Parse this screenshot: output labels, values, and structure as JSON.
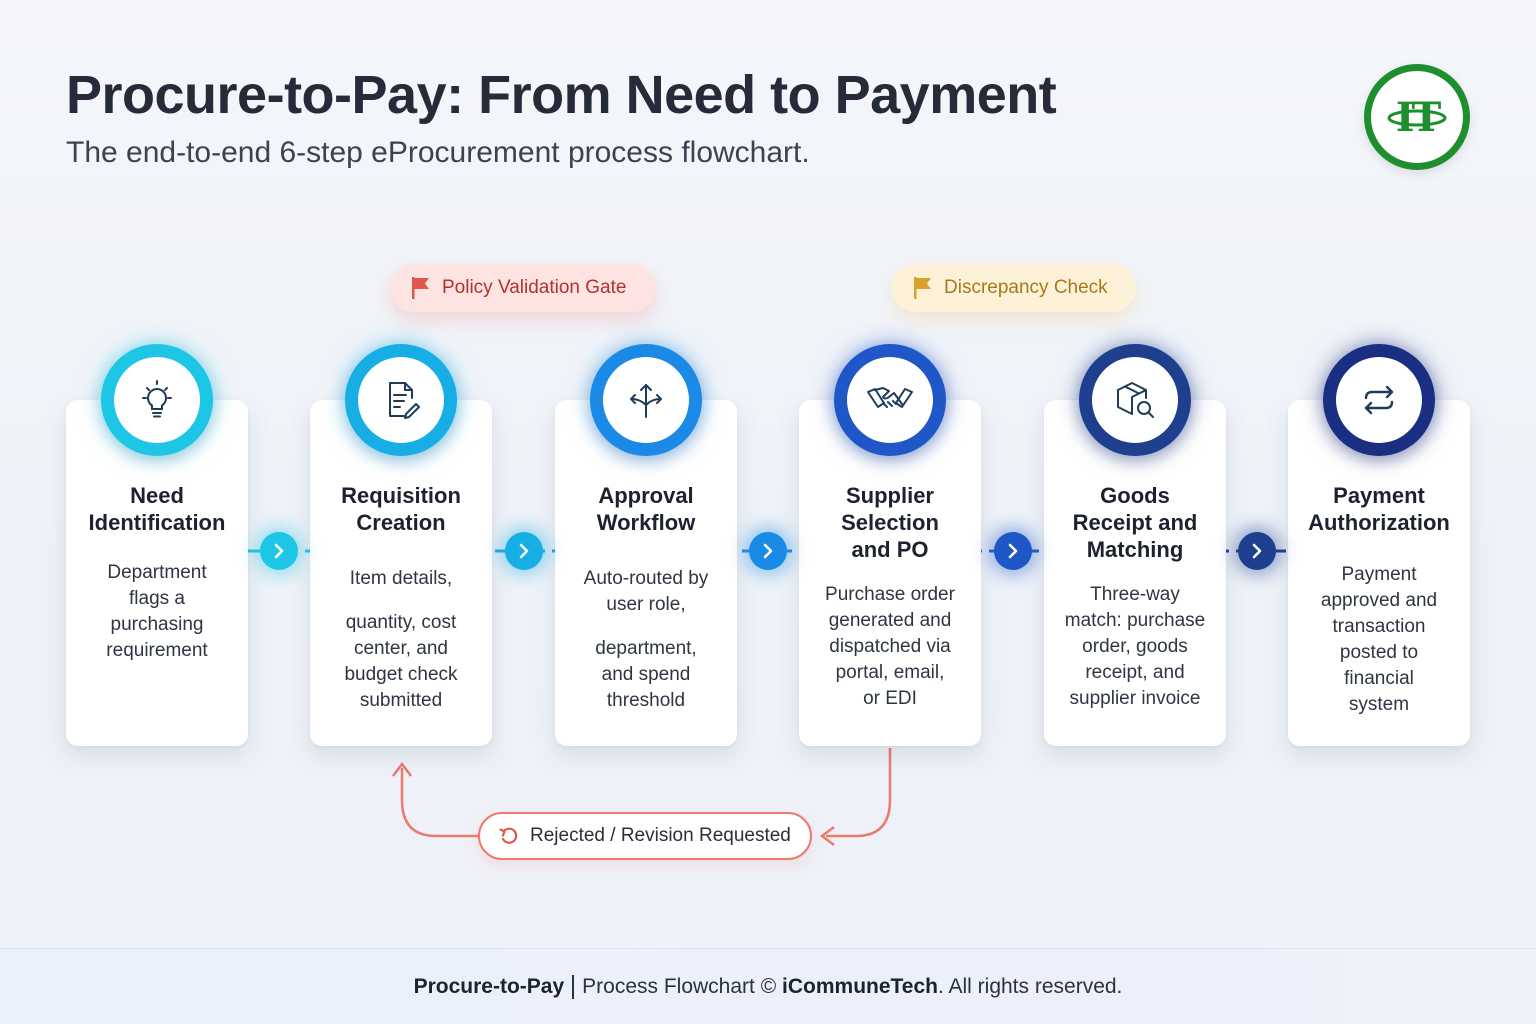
{
  "header": {
    "title": "Procure-to-Pay: From Need to Payment",
    "subtitle": "The end-to-end 6-step eProcurement process flowchart.",
    "logo_text": "IT"
  },
  "gates": {
    "policy": "Policy Validation Gate",
    "discrepancy": "Discrepancy Check"
  },
  "steps": [
    {
      "title": [
        "Need",
        "Identification"
      ],
      "desc": [
        "Department",
        "flags a",
        "purchasing",
        "requirement"
      ],
      "icon": "lightbulb-icon",
      "color": "#1ec6e6"
    },
    {
      "title": [
        "Requisition",
        "Creation"
      ],
      "desc": [
        "Item details,",
        "",
        "quantity, cost",
        "center, and",
        "budget check",
        "submitted"
      ],
      "icon": "document-edit-icon",
      "color": "#17aee6"
    },
    {
      "title": [
        "Approval",
        "Workflow"
      ],
      "desc": [
        "Auto-routed by",
        "user role,",
        "",
        "department,",
        "and spend",
        "threshold"
      ],
      "icon": "split-arrows-icon",
      "color": "#1a8ae6"
    },
    {
      "title": [
        "Supplier",
        "Selection",
        "and PO"
      ],
      "desc": [
        "Purchase order",
        "generated and",
        "dispatched via",
        "portal, email,",
        "or EDI"
      ],
      "icon": "handshake-icon",
      "color": "#1f56c8"
    },
    {
      "title": [
        "Goods",
        "Receipt and",
        "Matching"
      ],
      "desc": [
        "Three-way",
        "match: purchase",
        "order, goods",
        "receipt, and",
        "supplier invoice"
      ],
      "icon": "package-search-icon",
      "color": "#1d3f8e"
    },
    {
      "title": [
        "Payment",
        "Authorization"
      ],
      "desc": [
        "Payment",
        "approved and",
        "transaction",
        "posted to",
        "financial",
        "system"
      ],
      "icon": "exchange-arrows-icon",
      "color": "#1b2f82"
    }
  ],
  "revision": {
    "label": "Rejected / Revision Requested"
  },
  "footer": {
    "product": "Procure-to-Pay",
    "middle": "Process Flowchart ©",
    "brand": "iCommuneTech",
    "rights": ". All rights reserved."
  },
  "colors": {
    "accent_red": "#ec7a6e",
    "accent_amber": "#e6b23a",
    "logo_green": "#1e8e2e"
  }
}
